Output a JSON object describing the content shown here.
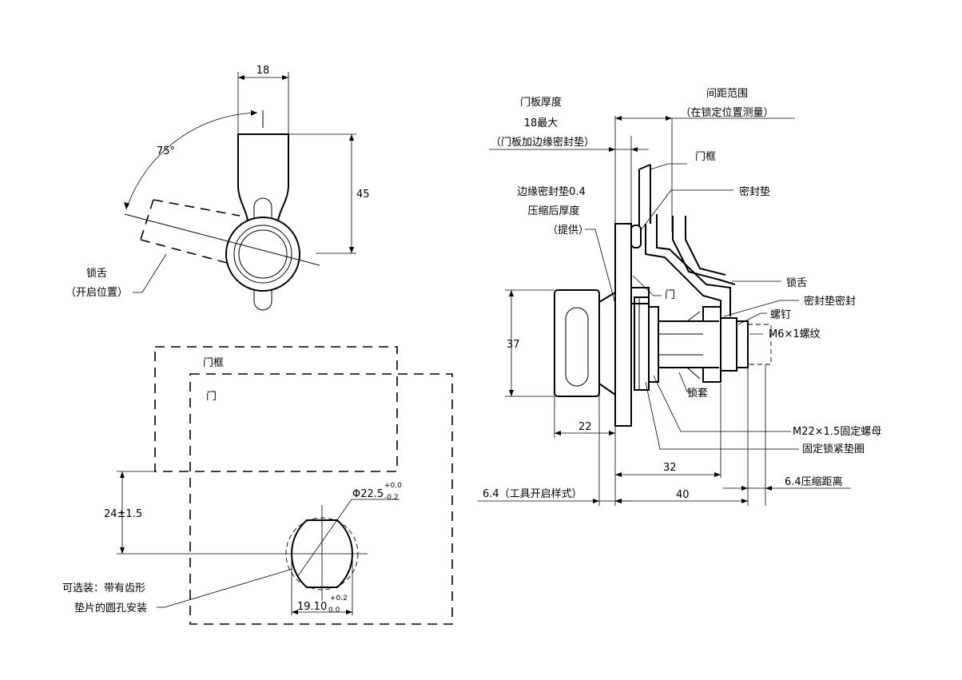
{
  "top_view": {
    "dim_width": "18",
    "dim_height": "45",
    "dim_angle": "75°",
    "callout_line1": "锁舌",
    "callout_line2": "（开启位置）"
  },
  "cutout_view": {
    "label_frame": "门框",
    "label_door": "门",
    "dim_offset": "24±1.5",
    "dim_diameter": "Φ22.5",
    "dim_diameter_upper": "+0.0",
    "dim_diameter_lower": "-0.2",
    "dim_flat": "19.10",
    "dim_flat_upper": "+0.2",
    "dim_flat_lower": "0.0",
    "note_line1": "可选装：带有齿形",
    "note_line2": "垫片的圆孔安装"
  },
  "side_view": {
    "door_thickness_line1": "门板厚度",
    "door_thickness_line2": "18最大",
    "door_thickness_line3": "（门板加边缘密封垫）",
    "range_line1": "间距范围",
    "range_line2": "（在锁定位置测量）",
    "label_frame": "门框",
    "label_gasket": "密封垫",
    "edge_seal_line1": "边缘密封垫0.4",
    "edge_seal_line2": "压缩后厚度",
    "edge_seal_line3": "（提供）",
    "label_door": "门",
    "label_cam": "锁舌",
    "label_gasket_seal": "密封垫密封",
    "label_screw": "螺钉",
    "label_thread": "M6×1螺纹",
    "label_sleeve": "锁套",
    "label_nut": "M22×1.5固定螺母",
    "label_washer": "固定锁紧垫圈",
    "dim_37": "37",
    "dim_22": "22",
    "dim_32": "32",
    "dim_40": "40",
    "dim_tool": "6.4（工具开启样式）",
    "dim_compress": "6.4压缩距离"
  }
}
